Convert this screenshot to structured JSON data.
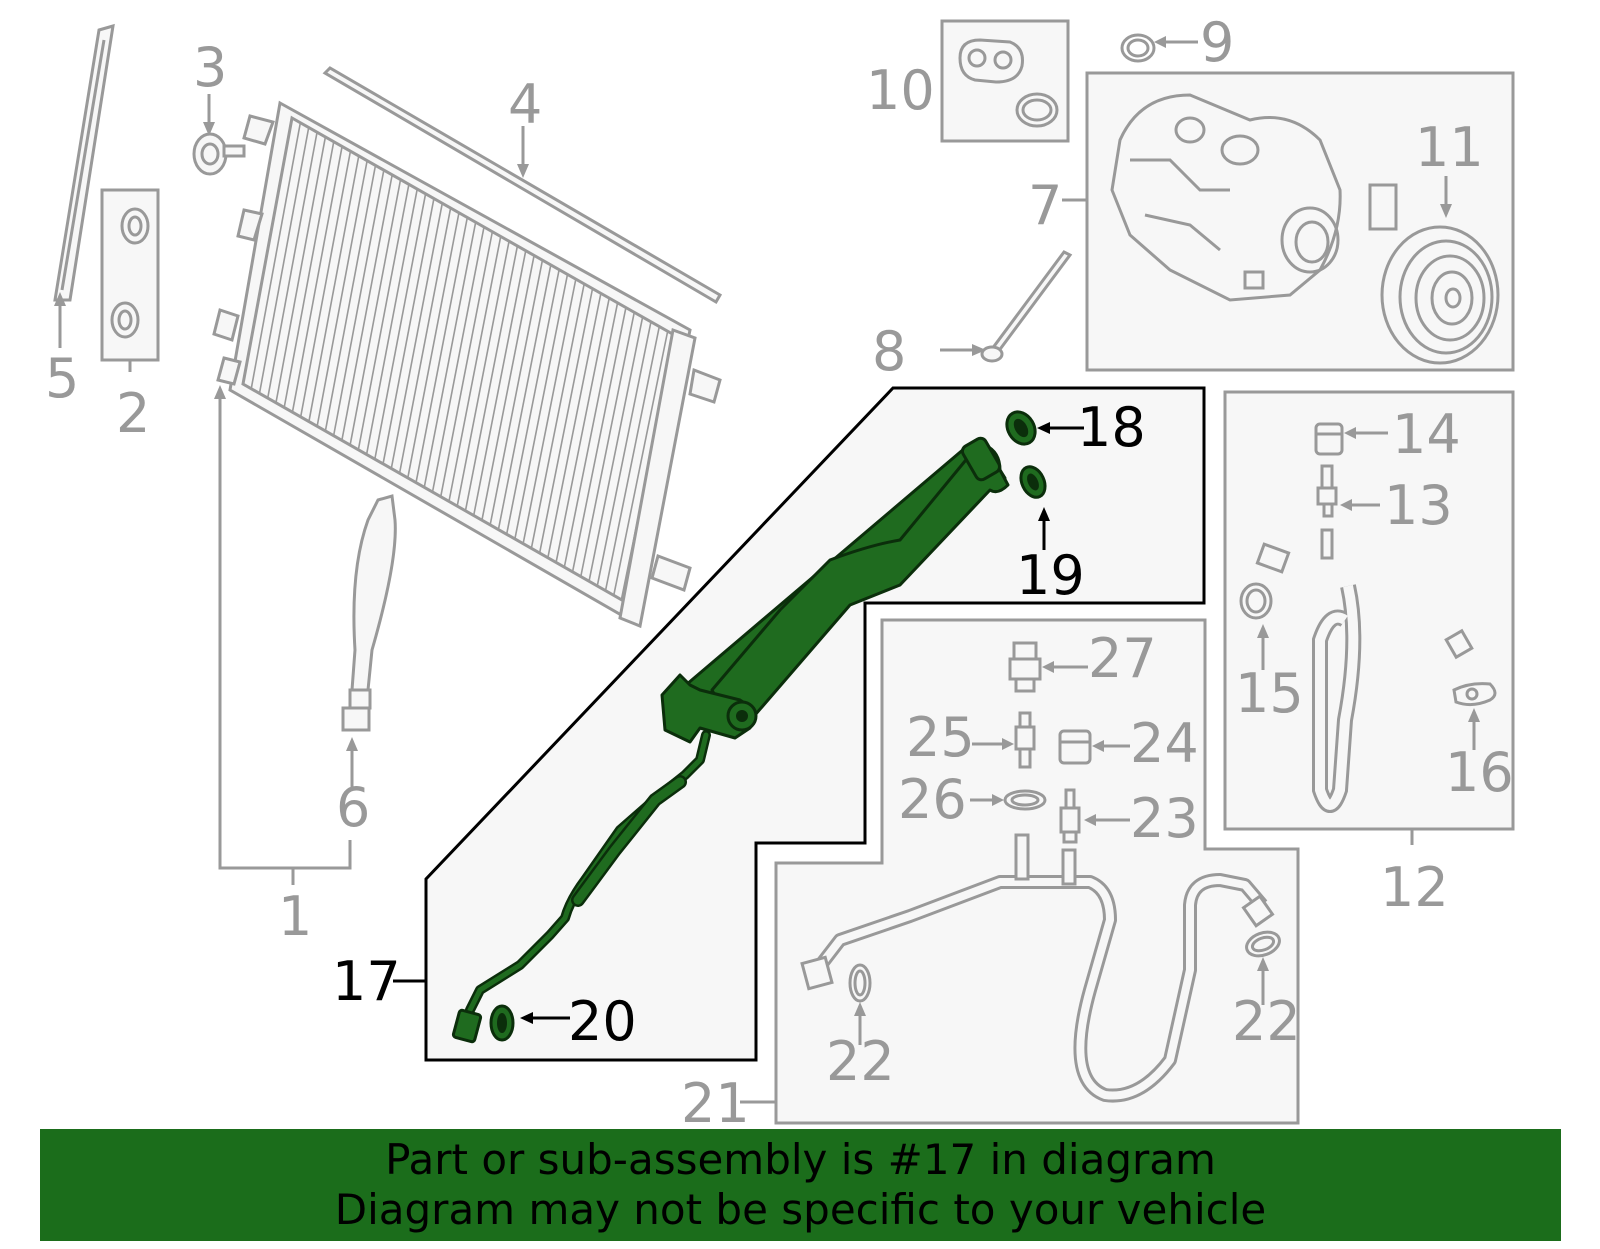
{
  "diagram": {
    "highlight_color": "#1b6d1b",
    "callouts": {
      "c1": "1",
      "c2": "2",
      "c3": "3",
      "c4": "4",
      "c5": "5",
      "c6": "6",
      "c7": "7",
      "c8": "8",
      "c9": "9",
      "c10": "10",
      "c11": "11",
      "c12": "12",
      "c13": "13",
      "c14": "14",
      "c15": "15",
      "c16": "16",
      "c17": "17",
      "c18": "18",
      "c19": "19",
      "c20": "20",
      "c21": "21",
      "c22a": "22",
      "c22b": "22",
      "c23": "23",
      "c24": "24",
      "c25": "25",
      "c26": "26",
      "c27": "27"
    }
  },
  "banner": {
    "line1": "Part or sub-assembly is #17 in diagram",
    "line2": "Diagram may not be specific to your vehicle"
  }
}
